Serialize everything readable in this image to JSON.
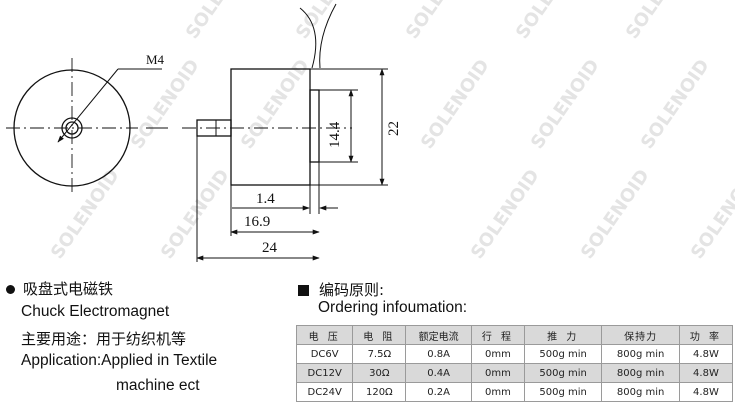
{
  "drawing": {
    "labels": {
      "thread": "M4",
      "dim_14_4": "14.4",
      "dim_22": "22",
      "dim_1_4": "1.4",
      "dim_16_9": "16.9",
      "dim_24": "24"
    },
    "watermark": "SOLENOID"
  },
  "product": {
    "name_cn": "吸盘式电磁铁",
    "name_en": "Chuck Electromagnet",
    "use_cn": "主要用途：用于纺织机等",
    "use_en_line1": "Application:Applied in Textile",
    "use_en_line2": "machine ect"
  },
  "ordering": {
    "title_cn": "编码原则:",
    "title_en": "Ordering infoumation:",
    "headers": [
      "电 压",
      "电 阻",
      "额定电流",
      "行 程",
      "推 力",
      "保持力",
      "功 率"
    ],
    "rows": [
      [
        "DC6V",
        "7.5Ω",
        "0.8A",
        "0mm",
        "500g min",
        "800g min",
        "4.8W"
      ],
      [
        "DC12V",
        "30Ω",
        "0.4A",
        "0mm",
        "500g min",
        "800g min",
        "4.8W"
      ],
      [
        "DC24V",
        "120Ω",
        "0.2A",
        "0mm",
        "500g min",
        "800g min",
        "4.8W"
      ]
    ]
  }
}
